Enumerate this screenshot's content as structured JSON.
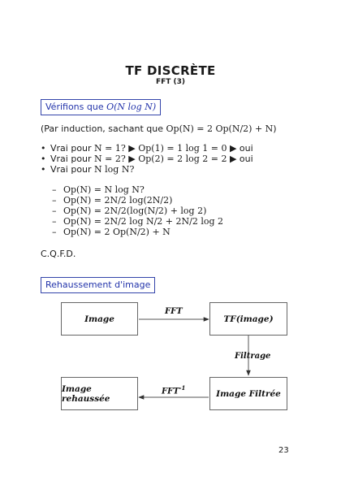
{
  "header": {
    "title": "TF DISCRÈTE",
    "subtitle": "FFT (3)"
  },
  "section1": {
    "heading_prefix": "Vérifions que ",
    "heading_math": "O(N log N)",
    "intro_text": "(Par induction, sachant que ",
    "intro_math": "Op(N) = 2 Op(N/2) + N",
    "intro_close": ")",
    "bullets": [
      {
        "text": "Vrai pour ",
        "math1": "N = 1?",
        "arrow": " ▶ ",
        "math2": "Op(1) = 1 log 1 = 0",
        "tail": " ▶ oui"
      },
      {
        "text": "Vrai pour ",
        "math1": "N = 2?",
        "arrow": " ▶ ",
        "math2": "Op(2) = 2 log 2 = 2",
        "tail": " ▶ oui"
      },
      {
        "text": "Vrai pour ",
        "math1": "N log N?",
        "arrow": "",
        "math2": "",
        "tail": ""
      }
    ],
    "steps": [
      "Op(N) = N log N?",
      "Op(N) = 2N/2 log(2N/2)",
      "Op(N) = 2N/2(log(N/2) + log 2)",
      "Op(N) = 2N/2 log N/2 + 2N/2 log 2",
      "Op(N) = 2 Op(N/2) + N"
    ],
    "conclusion": "C.Q.F.D."
  },
  "section2": {
    "heading": "Rehaussement d'image",
    "nodes": {
      "image": "Image",
      "tf_image": "TF(image)",
      "image_filtree": "Image Filtrée",
      "image_rehaussee": "Image rehaussée"
    },
    "edges": {
      "fft": "FFT",
      "filtrage": "Filtrage",
      "ifft": "FFT",
      "ifft_sup": "-1"
    }
  },
  "footer": {
    "page_number": "23"
  }
}
